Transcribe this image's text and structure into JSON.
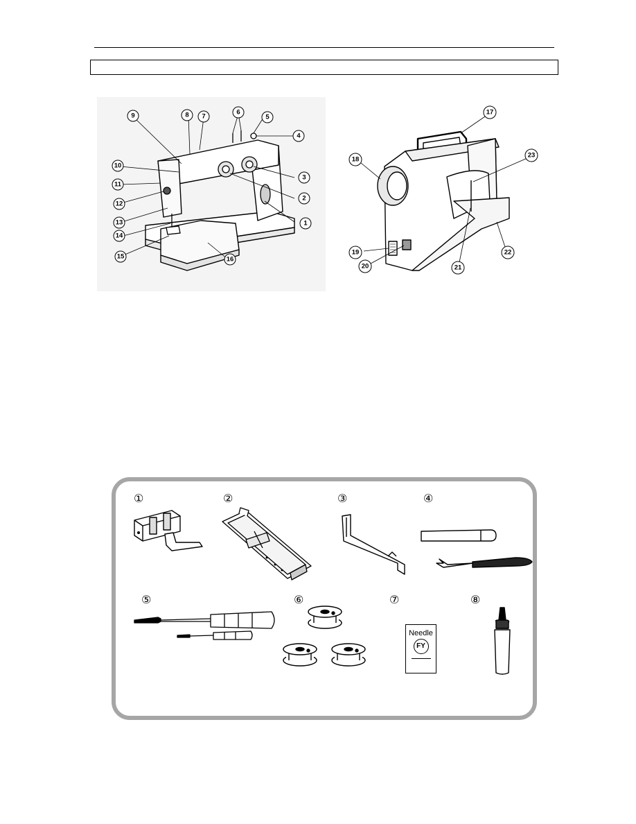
{
  "header": {
    "title_box_text": ""
  },
  "front_view": {
    "callouts": [
      "1",
      "2",
      "3",
      "4",
      "5",
      "6",
      "7",
      "8",
      "9",
      "10",
      "11",
      "12",
      "13",
      "14",
      "15",
      "16"
    ]
  },
  "rear_view": {
    "callouts": [
      "17",
      "18",
      "19",
      "20",
      "21",
      "22",
      "23"
    ]
  },
  "accessories": {
    "items": [
      {
        "num": "①",
        "icon": "zipper-foot-icon"
      },
      {
        "num": "②",
        "icon": "buttonhole-foot-icon"
      },
      {
        "num": "③",
        "icon": "quilting-guide-icon"
      },
      {
        "num": "④",
        "icon": "seam-ripper-icon"
      },
      {
        "num": "⑤",
        "icon": "screwdriver-icon"
      },
      {
        "num": "⑥",
        "icon": "bobbin-icon"
      },
      {
        "num": "⑦",
        "icon": "needle-pack-icon"
      },
      {
        "num": "⑧",
        "icon": "oiler-icon"
      }
    ],
    "needle_pack": {
      "label": "Needle",
      "brand": "FY"
    }
  },
  "colors": {
    "panel_border": "#a6a6a6",
    "ink": "#000000"
  }
}
